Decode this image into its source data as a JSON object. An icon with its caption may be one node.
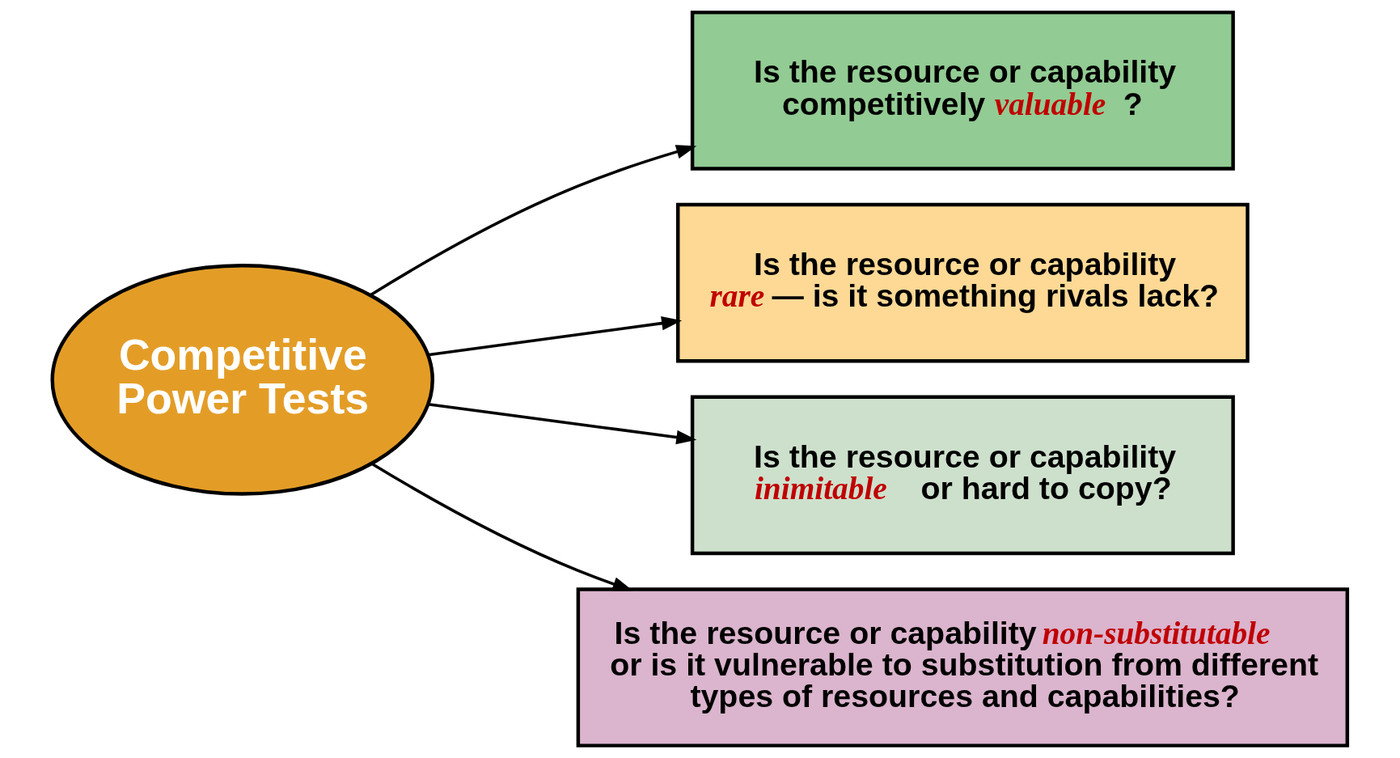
{
  "diagram": {
    "nodes": [
      {
        "text": [
          "Competitive Power Tests"
        ]
      },
      {
        "text": [
          "Is the resource or capability competitively *valuable*?"
        ]
      },
      {
        "text": [
          "Is the resource or capability *rare*— is it something rivals lack?"
        ]
      },
      {
        "text": [
          "Is the resource or capability *inimitable* or hard to copy?"
        ]
      },
      {
        "text": [
          "Is the resource or capability *non-substitutable* or is it vulnerable to substitution from different types of resources and capabilities?"
        ]
      }
    ],
    "edges": [
      {
        "from": 0,
        "to": 1,
        "arrow": "to"
      },
      {
        "from": 0,
        "to": 2,
        "arrow": "to"
      },
      {
        "from": 0,
        "to": 3,
        "arrow": "to"
      },
      {
        "from": 0,
        "to": 4,
        "arrow": "to"
      }
    ]
  }
}
